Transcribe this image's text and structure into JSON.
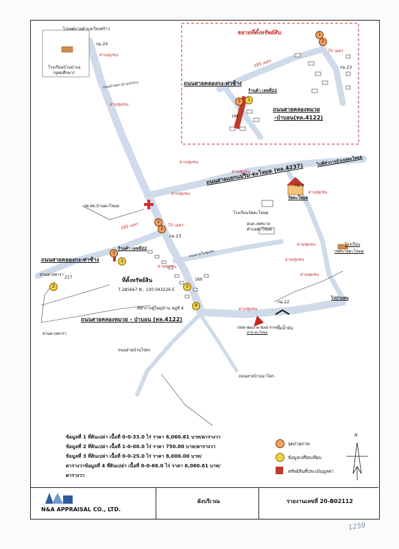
{
  "map": {
    "detail_title": "ขยายที่ตั้งทรัพย์สิน",
    "labels": {
      "to_phrao": "ไปเทศบาลตำบลเวียงพร้าว",
      "km24": "กม.24",
      "school_top": "โรงเรียนบ้านป่าบง",
      "school_top_sub": "(ยุทธศึกษา)",
      "road_phatoei": "ถนนบ้านชาวบ้านป่าซาง",
      "community1": "ย่านชุมชน",
      "community2": "ย่านชุมชน",
      "community3": "ย่านชุมชน",
      "community4": "ย่านชุมชน",
      "community5": "ย่านชุมชน",
      "community6": "ย่านชุมชน",
      "community7": "ย่านชุมชน",
      "community8": "ย่านชุมชน",
      "community9": "ย่านชุมชน",
      "community10": "ย่านชุมชน",
      "community11": "ย่านชุมชน",
      "road_maesai": "ถนนสายแยกแม่ริม-ดะโหมด (ทล.4237)",
      "to_district": "ไปที่ทำการอำเภอดะโหมด",
      "km8": "กม.8",
      "temple": "วัดดะโหมด",
      "school_dhm": "โรงเรียนวัดดะโหมด",
      "hospital": "รพ.สต.บ้านดะโหมด",
      "office": "อบต.เทศบาล",
      "office_sub": "ตำบลดะโหมด",
      "dist_285": "285 เมตร",
      "dist_70": "70 เมตร",
      "km23": "กม.23",
      "shop22": "ร้านค้า เลขที่22",
      "road_khlong": "ถนนสายคลองกง-ท่าช้าง",
      "road_community": "ถนนภายในชุมชน",
      "site_label": "ที่ตั้งทรัพย์สิน",
      "coords": "7.285667 N , 100.043226 E",
      "rubber1": "สวนยางพารา",
      "rubber2": "สวนยางพารา",
      "n217": "217",
      "n160": "160",
      "village_office": "ที่ทำการผู้ใหญ่บ้าน หมู่ที่ 4",
      "road_main": "ถนนสายคลองหมวย - ป่าบอน (ทล.4122)",
      "km22": "กม.22",
      "to_pabon": "ไปป่าบอน",
      "company": "บริษัท พัฒนาพาณิชย์ จำกัด",
      "company_sub": "สาขาดะโหมด",
      "gas": "ปั๊มน้ำมัน",
      "school_right": "โรงเรียน",
      "school_right_sub": "เทศบาลดะโหมด",
      "road_to_rai": "ถนนสายบ้านไร่ดก",
      "road_to_natok": "ถนนสายบ้านนาโตก",
      "d_285": "285 เมตร",
      "d_70": "70 เมตร",
      "d_km23": "กม.23",
      "d_road_khlong": "ถนนสายคลองกง-ท่าช้าง",
      "d_shop22": "ร้านค้า เลขที่22",
      "d_road_main": "ถนนสายคลองหมวย",
      "d_road_main2": "-ป่าบอน(ทล.4122)",
      "d_num": "188"
    },
    "markers": [
      "1",
      "2",
      "3",
      "4"
    ]
  },
  "info": {
    "rows": [
      "ข้อมูลที่ 1 ที่ดินเปล่า เนื้อที่  0-0-33.0 ไร่ ราคา  6,060.61 บาท/ตารางวา",
      "ข้อมูลที่ 2 ที่ดินเปล่า เนื้อที่  1-0-00.0 ไร่ ราคา   750.00 บาท/ตารางวา",
      "ข้อมูลที่ 3 ที่ดินเปล่า เนื้อที่  0-0-25.0 ไร่ ราคา  8,000.00 บาท/",
      "ตารางวาข้อมูลที่ 4 ที่ดินเปล่า เนื้อที่ 0-0-66.0 ไร่ ราคา  6,060.61 บาท/",
      "ตารางวา"
    ]
  },
  "legend": {
    "items": [
      {
        "label": "จุดถ่ายภาพ",
        "color": "#f4a261"
      },
      {
        "label": "ข้อมูลเปรียบเทียบ",
        "color": "#f1d04a"
      },
      {
        "label": "ทรัพย์สินที่ประเมินมูลค่า",
        "color": "#c0392b"
      }
    ],
    "north": "N"
  },
  "footer": {
    "company": "N&A APPRAISAL CO., LTD.",
    "title": "ผังบริเวณ",
    "report": "รายงานเลขที่ 20-B02112"
  },
  "handnote": "1259"
}
